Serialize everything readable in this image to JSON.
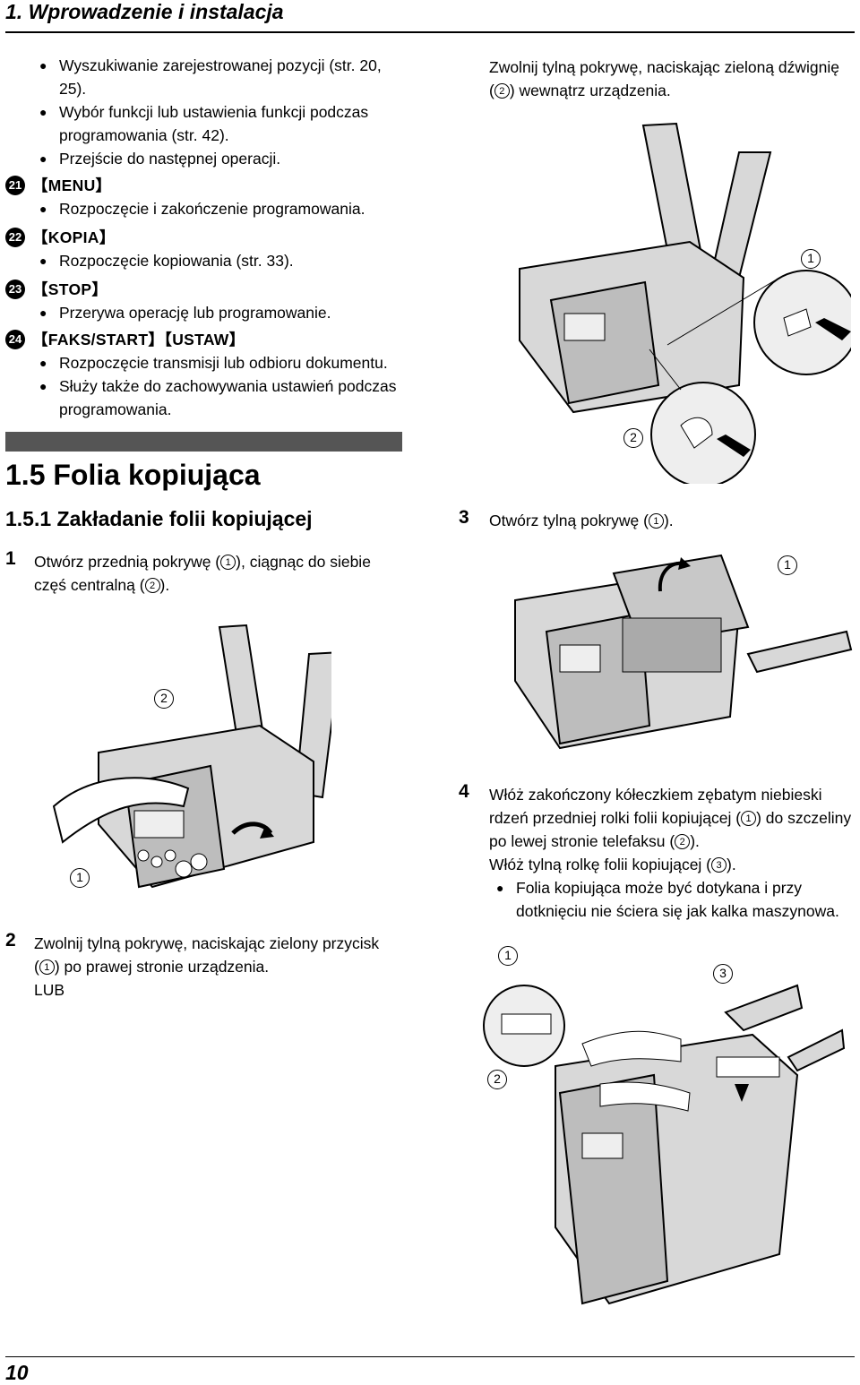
{
  "header": {
    "title": "1. Wprowadzenie i instalacja"
  },
  "functions": {
    "b1": "Wyszukiwanie zarejestrowanej pozycji (str. 20,",
    "b1b": "25).",
    "b2": "Wybór funkcji lub ustawienia funkcji podczas",
    "b2b": "programowania (str. 42).",
    "b3": "Przejście do następnej operacji.",
    "k21": {
      "num": "21",
      "key": "【MENU】",
      "desc": "Rozpoczęcie i zakończenie programowania."
    },
    "k22": {
      "num": "22",
      "key": "【KOPIA】",
      "desc": "Rozpoczęcie kopiowania (str. 33)."
    },
    "k23": {
      "num": "23",
      "key": "【STOP】",
      "desc": "Przerywa operację lub programowanie."
    },
    "k24": {
      "num": "24",
      "key": "【FAKS/START】【USTAW】",
      "desc1": "Rozpoczęcie transmisji lub odbioru dokumentu.",
      "desc2": "Służy także do zachowywania ustawień podczas",
      "desc2b": "programowania."
    }
  },
  "section": {
    "title": "1.5 Folia kopiująca",
    "subtitle": "1.5.1 Zakładanie folii kopiującej"
  },
  "steps": {
    "s1": {
      "num": "1",
      "line1a": "Otwórz przednią pokrywę (",
      "line1b": "), ciągnąc do siebie",
      "line2a": "częś centralną (",
      "line2b": ")."
    },
    "s2": {
      "num": "2",
      "line1": "Zwolnij tylną pokrywę, naciskając zielony przycisk",
      "line2a": "(",
      "line2b": ") po prawej stronie urządzenia.",
      "line3": "LUB"
    },
    "s2b": {
      "line1": "Zwolnij tylną pokrywę, naciskając zieloną dźwignię",
      "line2a": "(",
      "line2b": ") wewnątrz urządzenia."
    },
    "s3": {
      "num": "3",
      "line1a": "Otwórz tylną pokrywę (",
      "line1b": ")."
    },
    "s4": {
      "num": "4",
      "line1": "Włóż zakończony kółeczkiem zębatym niebieski",
      "line2a": "rdzeń przedniej rolki folii kopiującej (",
      "line2b": ") do szczeliny",
      "line3a": "po lewej stronie telefaksu (",
      "line3b": ").",
      "line4a": "Włóż tylną rolkę folii kopiującej (",
      "line4b": ").",
      "bul1": "Folia kopiująca może być dotykana i przy",
      "bul1b": "dotknięciu nie ściera się jak kalka maszynowa."
    }
  },
  "callouts": {
    "c1": "1",
    "c2": "2",
    "c3": "3"
  },
  "footer": {
    "page": "10"
  }
}
